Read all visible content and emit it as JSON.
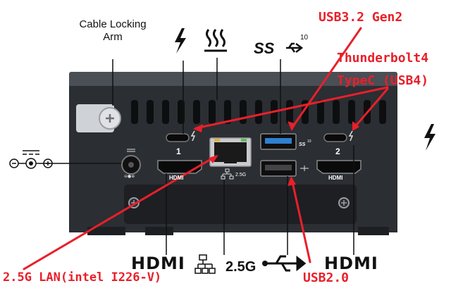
{
  "labels": {
    "cable_locking_arm": "Cable Locking Arm",
    "usb32_gen2": "USB3.2 Gen2",
    "thunderbolt4": "Thunderbolt4",
    "typec_usb4": "TypeC (USB4)",
    "lan": "2.5G LAN(intel I226-V)",
    "usb20": "USB2.0",
    "hdmi_left": "HDMI",
    "hdmi_right": "HDMI",
    "lan_speed": "2.5G",
    "ss_logo": "SS",
    "ss_superscript": "10"
  },
  "panel": {
    "port_number_1": "1",
    "port_number_2": "2",
    "hdmi_tag_1": "HDMI",
    "hdmi_tag_2": "HDMI",
    "lan_tag": "2.5G",
    "ss_tag": "SS",
    "ss_tag_superscript": "10"
  },
  "colors": {
    "annotation": "#e8202a",
    "chassis": "#2b2e33",
    "usb3_blue": "#2f7fd0"
  }
}
